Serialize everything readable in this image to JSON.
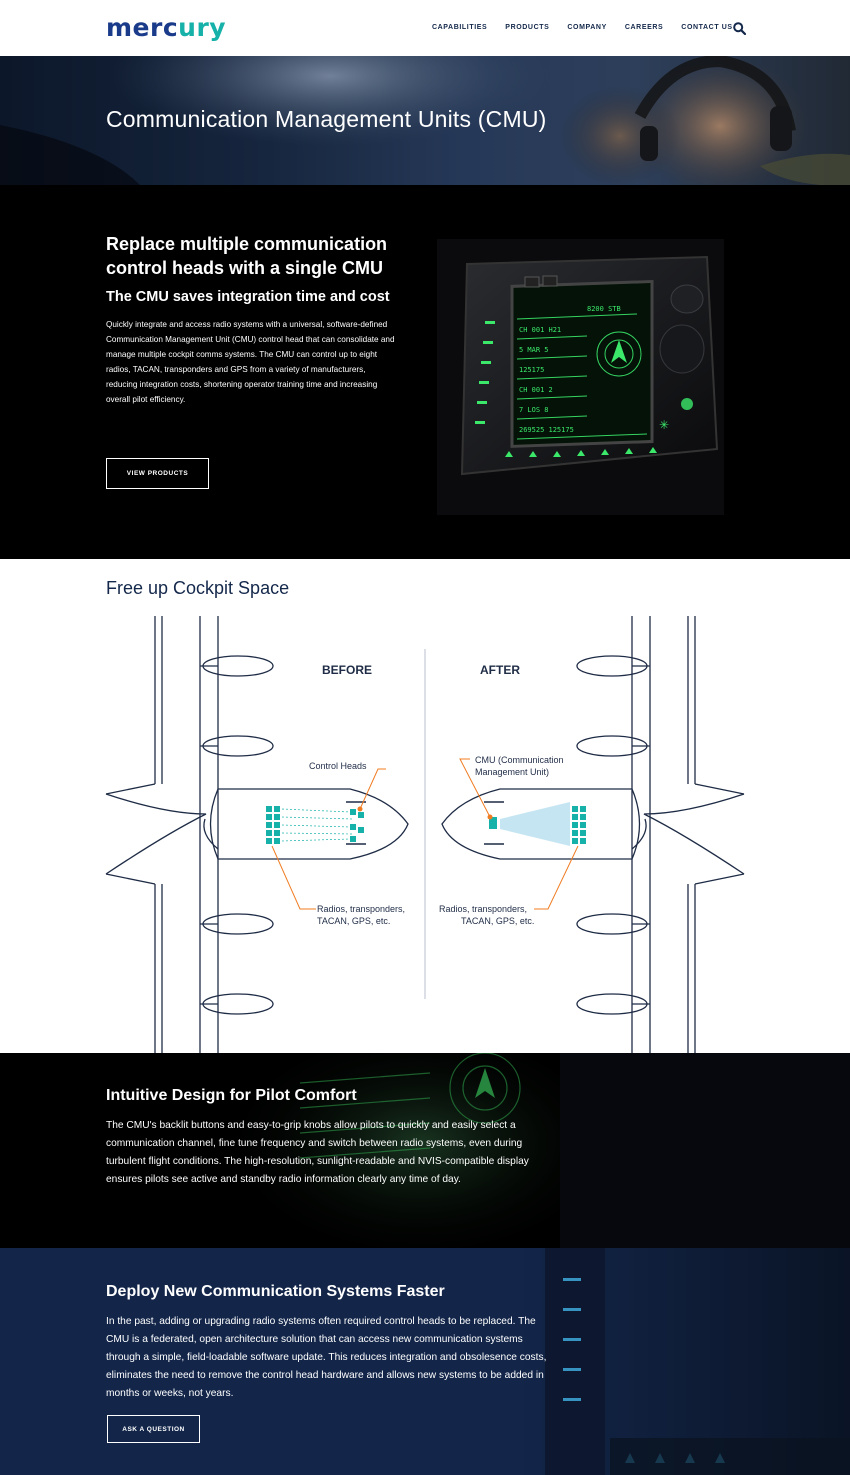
{
  "nav": {
    "logo_main": "merc",
    "logo_accent": "ury",
    "links": [
      "CAPABILITIES",
      "PRODUCTS",
      "COMPANY",
      "CAREERS",
      "CONTACT US"
    ],
    "search_icon": "search-icon"
  },
  "hero": {
    "title": "Communication Management Units (CMU)"
  },
  "section1": {
    "heading": "Replace multiple communication control heads with a single CMU",
    "subheading": "The CMU saves integration time and cost",
    "body": "Quickly integrate and access radio systems with a universal, software-defined Communication Management Unit (CMU) control head that can consolidate and manage multiple cockpit comms systems. The CMU can control up to eight radios, TACAN, transponders and GPS from a variety of manufacturers, reducing integration costs, shortening operator training time and increasing overall pilot efficiency.",
    "button": "VIEW PRODUCTS"
  },
  "section2": {
    "heading": "Free up Cockpit Space",
    "before_label": "BEFORE",
    "after_label": "AFTER",
    "control_heads": "Control Heads",
    "cmu_line1": "CMU (Communication",
    "cmu_line2": "Management Unit)",
    "radios_line1": "Radios, transponders,",
    "radios_line2": "TACAN, GPS, etc.",
    "radios_after_line1": "Radios, transponders,",
    "radios_after_line2": "TACAN, GPS, etc."
  },
  "section3": {
    "heading": "Intuitive Design for Pilot Comfort",
    "body": "The CMU's backlit buttons and easy-to-grip knobs allow pilots to quickly and easily select a communication channel, fine tune frequency and switch between radio systems, even during turbulent flight conditions. The high-resolution, sunlight-readable and NVIS-compatible display ensures pilots see active and standby radio information clearly any time of day."
  },
  "section4": {
    "heading": "Deploy New Communication Systems Faster",
    "body": "In the past, adding or upgrading radio systems often required control heads to be replaced. The CMU is a federated, open architecture solution that can access new communication systems through a simple, field-loadable software update. This reduces integration and obsolesence costs, eliminates the need to remove the control head hardware and allows new systems to be added in months or weeks, not years.",
    "button": "ASK A QUESTION"
  },
  "colors": {
    "brand_blue": "#1a3a8a",
    "brand_teal": "#16b1a8",
    "navy": "#14284b",
    "accent_orange": "#f07c22",
    "display_green": "#3be86a"
  }
}
